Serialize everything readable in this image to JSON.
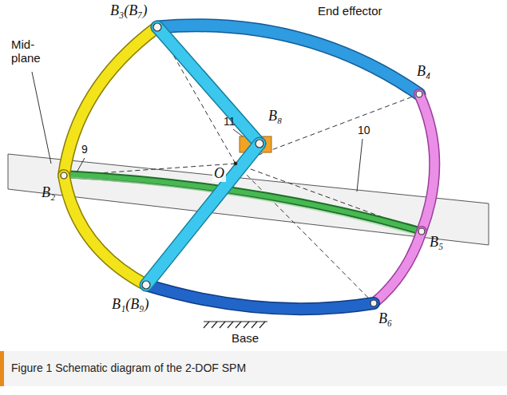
{
  "diagram": {
    "caption": "Figure 1 Schematic diagram of the 2-DOF SPM",
    "labels": [
      "End effector",
      "B₃(B₇)",
      "Mid- plane",
      "B₄",
      "9",
      "11",
      "B₈",
      "10",
      "B₂",
      "O",
      "B₅",
      "B₁(B₉)",
      "B₆",
      "Base"
    ]
  }
}
